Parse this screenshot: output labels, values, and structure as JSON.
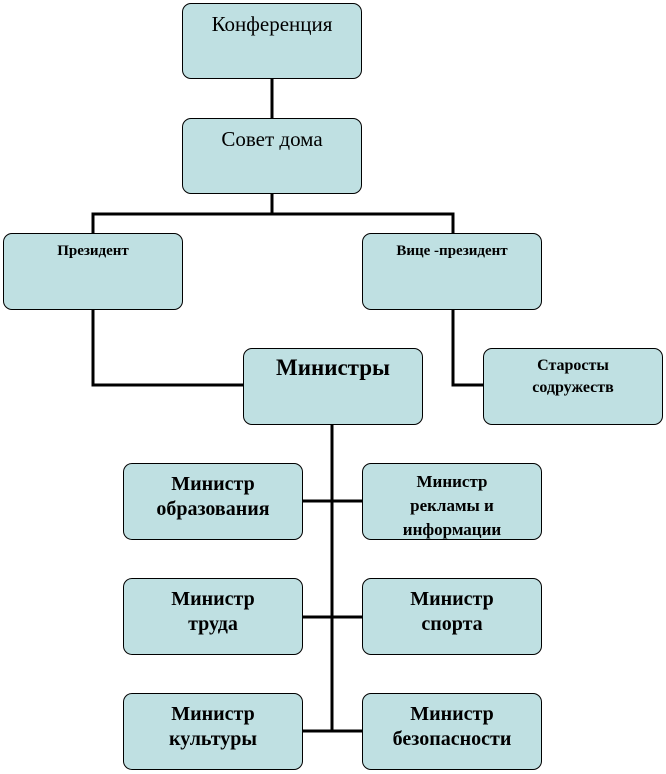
{
  "diagram": {
    "conference": "Конференция",
    "house_council": "Совет  дома",
    "president": "Президент",
    "vice_president": "Вице -президент",
    "ministers": "Министры",
    "elders": [
      "Старосты",
      "содружеств"
    ],
    "minister_education": [
      "Министр",
      "образования"
    ],
    "minister_advertising": [
      "Министр",
      "рекламы и",
      "информации"
    ],
    "minister_labor": [
      "Министр",
      "труда"
    ],
    "minister_sports": [
      "Министр",
      "спорта"
    ],
    "minister_culture": [
      "Министр",
      "культуры"
    ],
    "minister_security": [
      "Министр",
      "безопасности"
    ]
  },
  "colors": {
    "box_fill": "#bfe0e2",
    "box_border": "#000000",
    "connector": "#000000"
  }
}
